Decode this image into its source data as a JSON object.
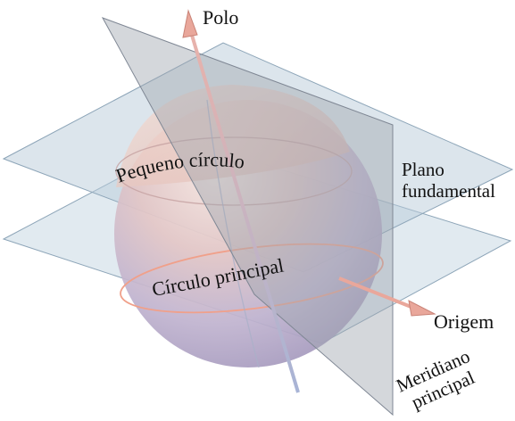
{
  "labels": {
    "polo": "Polo",
    "plano_line1": "Plano",
    "plano_line2": "fundamental",
    "pequeno_circulo": "Pequeno círculo",
    "circulo_principal": "Círculo principal",
    "origem": "Origem",
    "meridiano_line1": "Meridiano",
    "meridiano_line2": "principal"
  },
  "colors": {
    "plane_fill": "#b9ccda",
    "plane_edge": "#8da5b8",
    "meridian_fill": "#9fa6b0",
    "axis_arrow": "#e9a79b",
    "great_circle": "#f0a08a"
  }
}
